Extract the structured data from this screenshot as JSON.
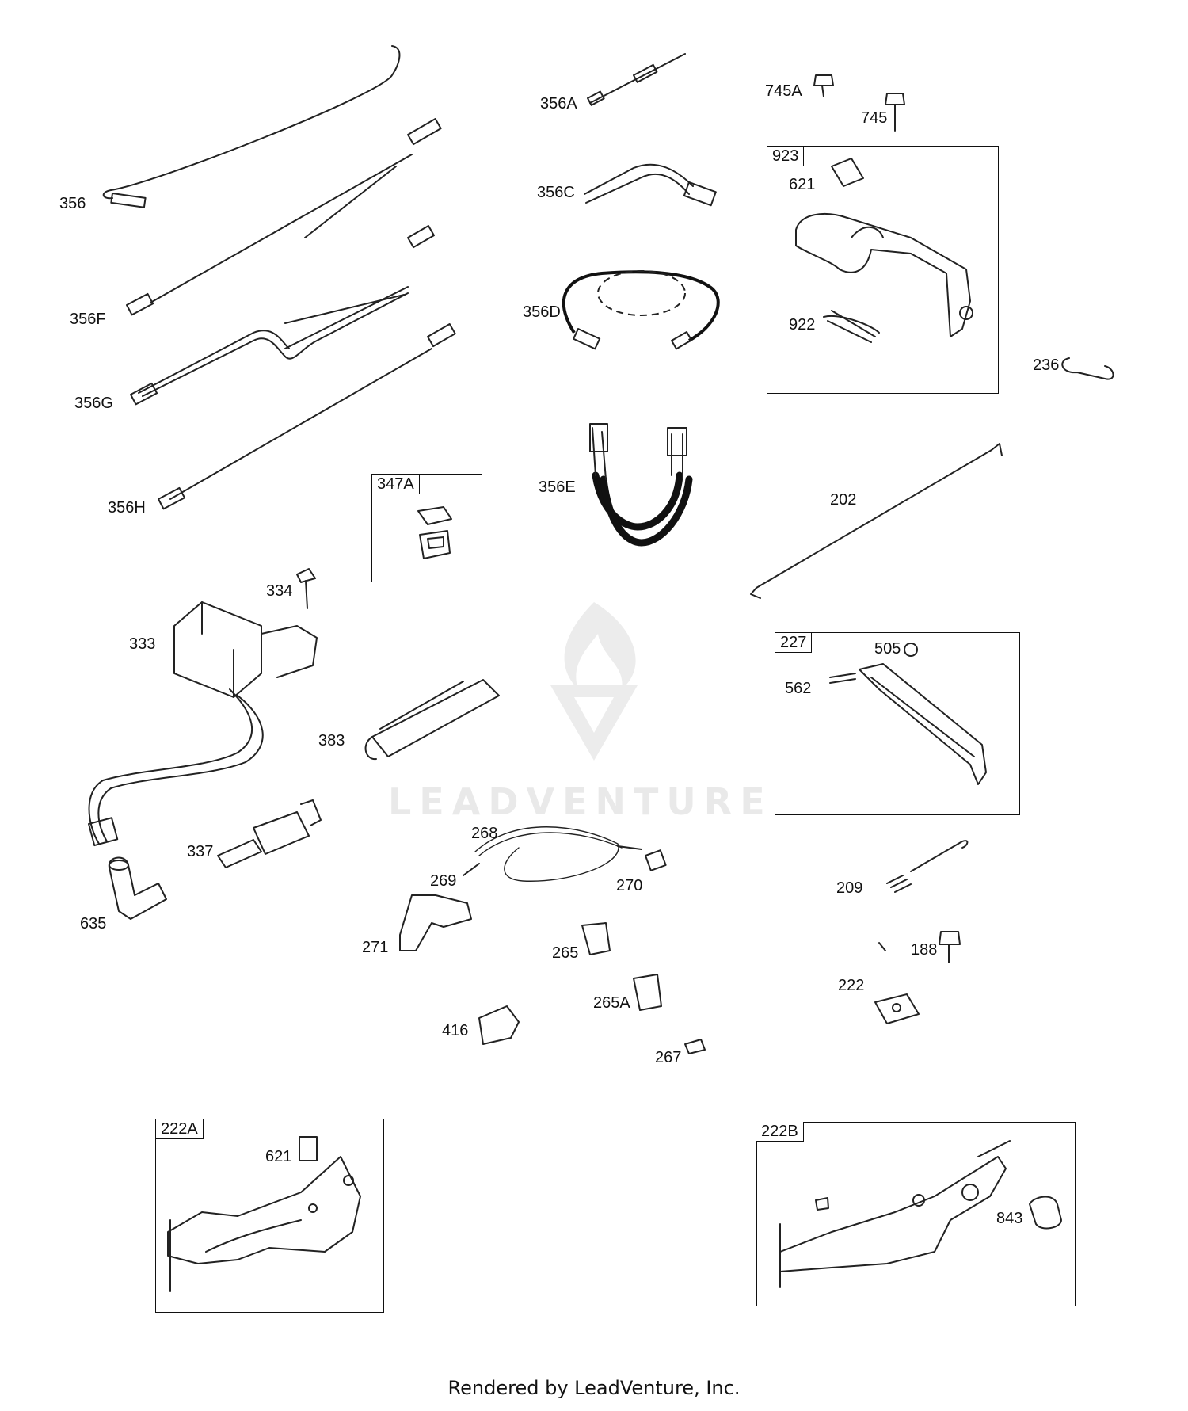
{
  "labels": {
    "p356": "356",
    "p356f": "356F",
    "p356g": "356G",
    "p356h": "356H",
    "p356a": "356A",
    "p356c": "356C",
    "p356d": "356D",
    "p356e": "356E",
    "p745a": "745A",
    "p745": "745",
    "p621a": "621",
    "p922": "922",
    "p236": "236",
    "p202": "202",
    "p334": "334",
    "p333": "333",
    "p383": "383",
    "p337": "337",
    "p635": "635",
    "p505": "505",
    "p562": "562",
    "p268": "268",
    "p269": "269",
    "p270": "270",
    "p271": "271",
    "p265": "265",
    "p265a": "265A",
    "p416": "416",
    "p267": "267",
    "p209": "209",
    "p188": "188",
    "p222": "222",
    "p621b": "621",
    "p843": "843"
  },
  "boxes": {
    "b923": "923",
    "b347a": "347A",
    "b227": "227",
    "b222a": "222A",
    "b222b": "222B"
  },
  "watermark": "LEADVENTURE",
  "footer": "Rendered by LeadVenture, Inc."
}
